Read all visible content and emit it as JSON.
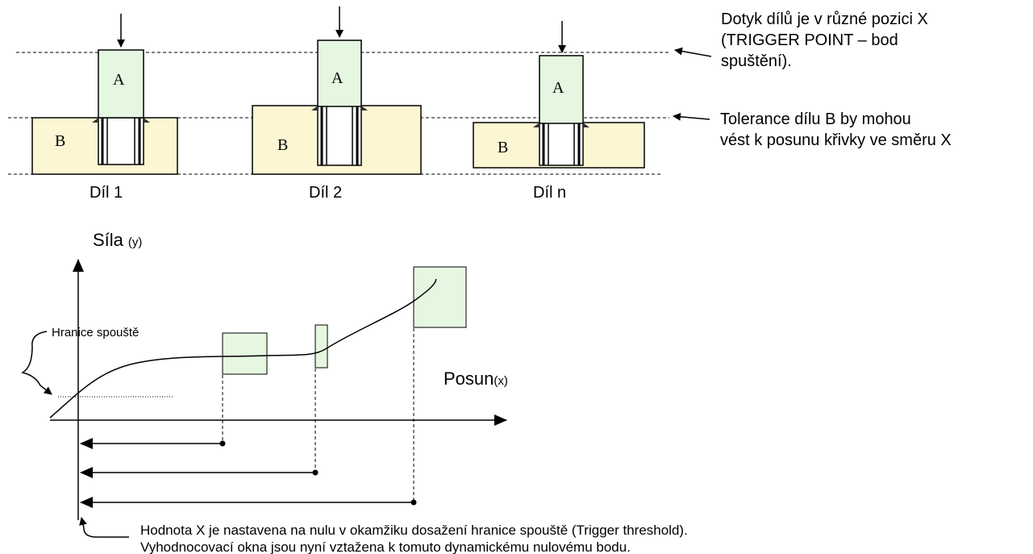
{
  "parts": [
    {
      "label_a": "A",
      "label_b": "B",
      "caption": "Díl 1"
    },
    {
      "label_a": "A",
      "label_b": "B",
      "caption": "Díl 2"
    },
    {
      "label_a": "A",
      "label_b": "B",
      "caption": "Díl n"
    }
  ],
  "notes": {
    "trigger_point": [
      "Dotyk dílů je v různé pozici X",
      "(TRIGGER POINT – bod",
      "spuštění)."
    ],
    "tolerance": [
      "Tolerance dílu B by mohou",
      "vést k posunu křivky ve směru X"
    ]
  },
  "graph": {
    "y_axis": "Síla",
    "y_axis_unit": "(y)",
    "x_axis": "Posun",
    "x_axis_unit": "(x)",
    "threshold": "Hranice spouště"
  },
  "footnote": [
    "Hodnota X je nastavena na nulu v okamžiku dosažení hranice spouště (Trigger threshold).",
    "Vyhodnocovací okna jsou nyní vztažena k tomuto dynamickému nulovému bodu."
  ],
  "colors": {
    "part_a": "#e6f7e1",
    "part_b": "#fcf6d3",
    "window": "#e6f7e1",
    "line": "#000000"
  }
}
